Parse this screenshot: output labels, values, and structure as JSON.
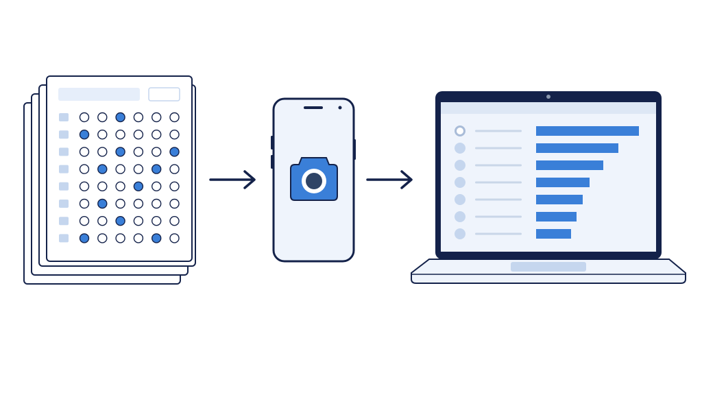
{
  "colors": {
    "background": "#ffffff",
    "outline": "#14224a",
    "accent_blue": "#3a7fd8",
    "light_blue": "#e6eefa",
    "pale_blue": "#c5d6ee",
    "line_gray": "#c9d6e8",
    "screen_bg": "#eff4fc",
    "camera_lens": "#2f4466"
  },
  "icons": {
    "answer_sheet": "answer-sheet-stack-icon",
    "phone": "smartphone-icon",
    "camera": "camera-icon",
    "laptop": "laptop-icon",
    "arrow": "right-arrow-icon"
  },
  "answer_sheet": {
    "rows": 8,
    "bubbles_per_row": 6,
    "filled_bubble_index_per_row": [
      [
        2
      ],
      [
        0
      ],
      [
        2,
        5
      ],
      [
        1,
        4
      ],
      [
        3
      ],
      [
        1
      ],
      [
        2
      ],
      [
        0,
        4
      ]
    ]
  },
  "results": {
    "bar_values": [
      1.0,
      0.8,
      0.65,
      0.52,
      0.45,
      0.39,
      0.34
    ],
    "first_indicator": "ring",
    "other_indicators": "filled"
  }
}
